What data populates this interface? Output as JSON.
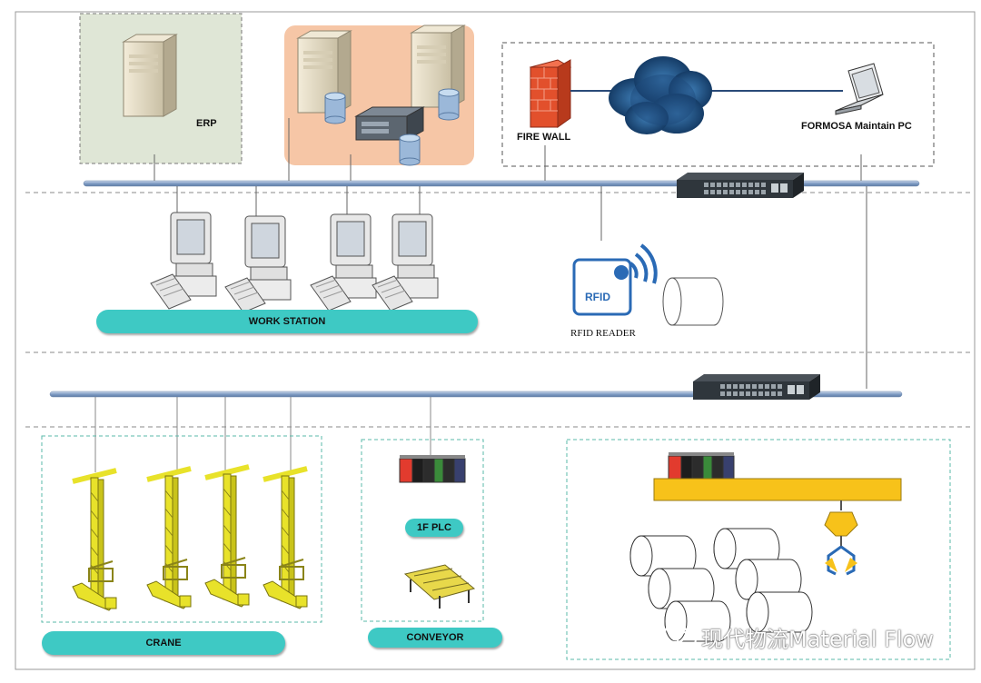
{
  "labels": {
    "erp": "ERP",
    "firewall": "FIRE WALL",
    "maintain_pc": "FORMOSA Maintain PC",
    "work_station": "WORK STATION",
    "rfid_text": "RFID",
    "rfid_reader": "RFID READER",
    "plc": "1F PLC",
    "crane": "CRANE",
    "conveyor": "CONVEYOR"
  },
  "watermark": "现代物流Material Flow",
  "colors": {
    "bus": "#8fa8c8",
    "pill": "#3ec9c4",
    "erp_box": "#dfe6d6",
    "server_box": "#f6c6a6",
    "crane_yellow": "#e8e22a",
    "gantry_yellow": "#f7c21a",
    "rfid_blue": "#2a6ab5"
  }
}
